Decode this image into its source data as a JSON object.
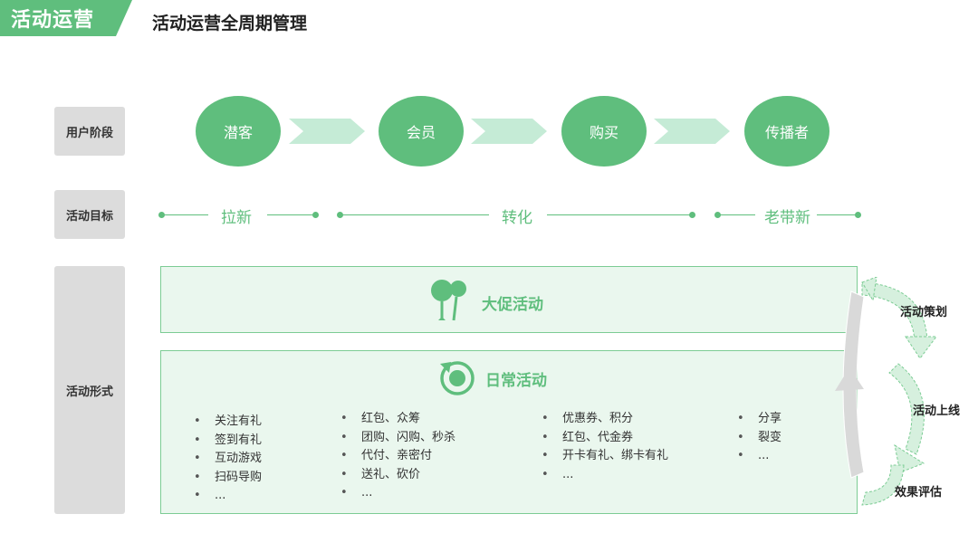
{
  "header": {
    "tag": "活动运营",
    "title": "活动运营全周期管理"
  },
  "rows": {
    "user_stage": "用户阶段",
    "activity_goal": "活动目标",
    "activity_form": "活动形式"
  },
  "stages": [
    "潜客",
    "会员",
    "购买",
    "传播者"
  ],
  "goals": [
    "拉新",
    "转化",
    "老带新"
  ],
  "promo": {
    "title": "大促活动",
    "icon": "balloon-icon"
  },
  "daily": {
    "title": "日常活动",
    "icon": "target-icon",
    "columns": [
      [
        "关注有礼",
        "签到有礼",
        "互动游戏",
        "扫码导购",
        "..."
      ],
      [
        "红包、众筹",
        "团购、闪购、秒杀",
        "代付、亲密付",
        "送礼、砍价",
        "..."
      ],
      [
        "优惠券、积分",
        "红包、代金券",
        "开卡有礼、绑卡有礼",
        "..."
      ],
      [
        "分享",
        "裂变",
        "..."
      ]
    ]
  },
  "cycle": [
    "活动策划",
    "活动上线",
    "效果评估"
  ],
  "colors": {
    "accent": "#5fbe7d",
    "chevron": "#c5ebd6",
    "box_fill": "#eaf7ee",
    "label_bg": "#dcdcdc"
  }
}
